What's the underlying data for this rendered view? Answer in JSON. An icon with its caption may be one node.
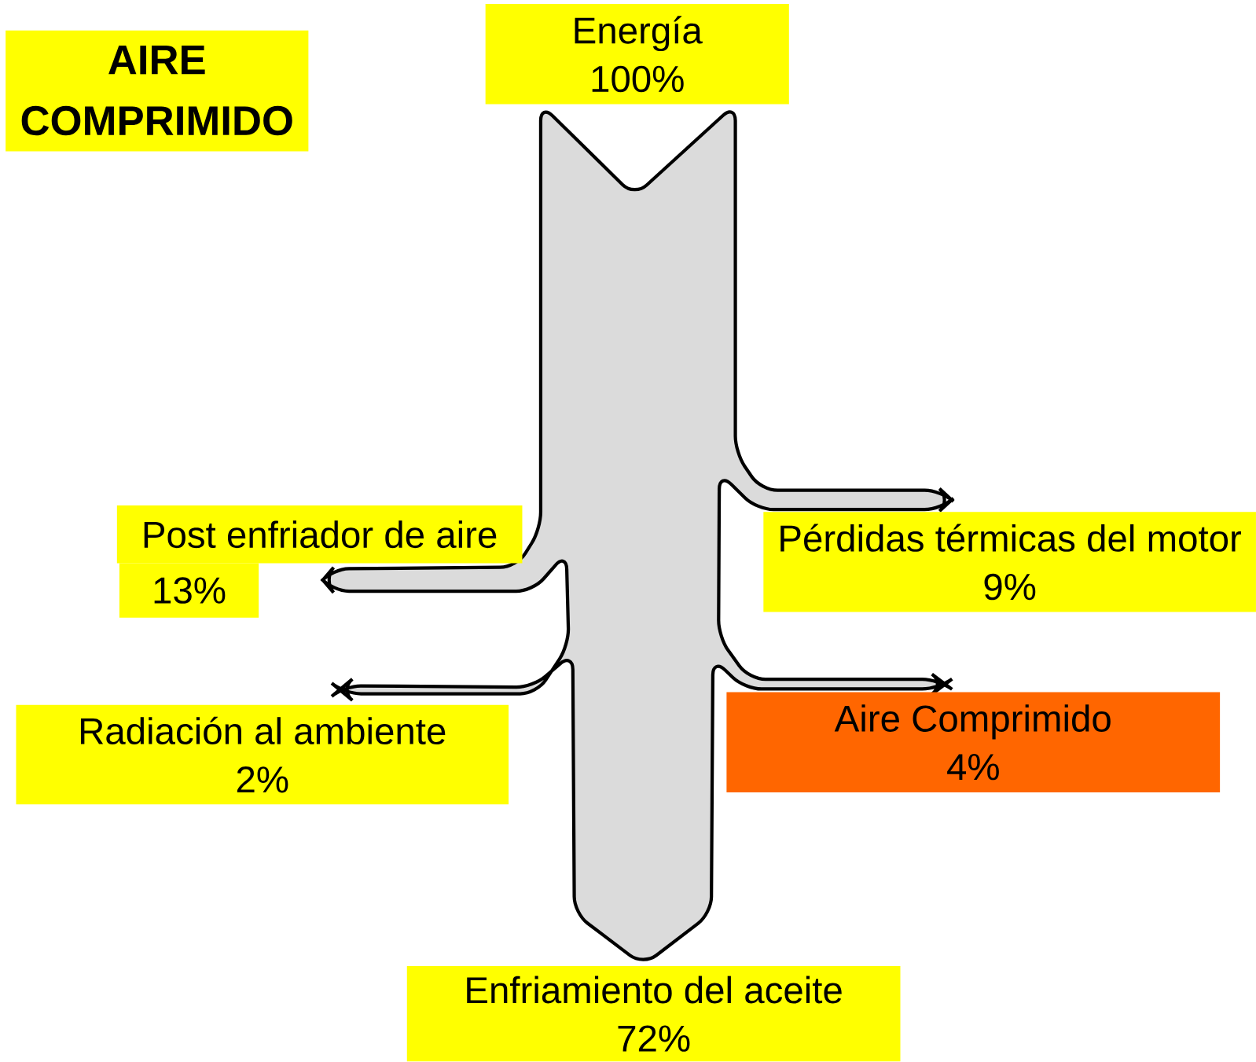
{
  "diagram": {
    "title": "AIRE COMPRIMIDO",
    "nodes": [
      {
        "text": [
          "Energía",
          "100%"
        ]
      },
      {
        "text": [
          "Post enfriador de aire"
        ]
      },
      {
        "text": [
          "13%"
        ]
      },
      {
        "text": [
          "Pérdidas térmicas del motor",
          "9%"
        ]
      },
      {
        "text": [
          "Radiación al ambiente",
          "2%"
        ]
      },
      {
        "text": [
          "Aire Comprimido",
          "4%"
        ]
      },
      {
        "text": [
          "Enfriamiento del aceite",
          "72%"
        ]
      }
    ]
  }
}
